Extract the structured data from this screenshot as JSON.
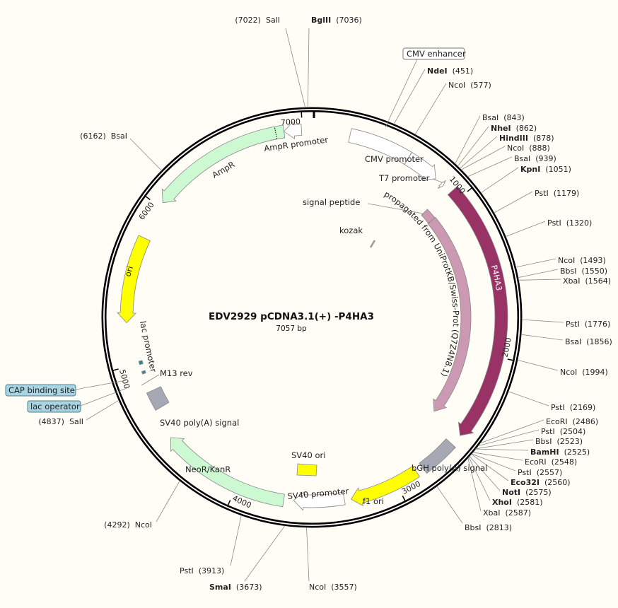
{
  "plasmid": {
    "title": "EDV2929 pCDNA3.1(+) -P4HA3",
    "length_label": "7057 bp",
    "length": 7057
  },
  "ticks": [
    {
      "pos": 1000,
      "label": "1000"
    },
    {
      "pos": 2000,
      "label": "2000"
    },
    {
      "pos": 3000,
      "label": "3000"
    },
    {
      "pos": 4000,
      "label": "4000"
    },
    {
      "pos": 5000,
      "label": "5000"
    },
    {
      "pos": 6000,
      "label": "6000"
    },
    {
      "pos": 7000,
      "label": "7000"
    }
  ],
  "features": [
    {
      "name": "CMV enhancer",
      "start": 232,
      "end": 611,
      "dir": 0,
      "color": "#ffffff"
    },
    {
      "name": "CMV promoter",
      "start": 612,
      "end": 819,
      "dir": 1,
      "color": "#ffffff"
    },
    {
      "name": "T7 promoter",
      "start": 863,
      "end": 881,
      "dir": 1,
      "color": "#ffffff"
    },
    {
      "name": "P4HA3",
      "start": 940,
      "end": 2520,
      "dir": 1,
      "color": "#993366"
    },
    {
      "name": "signal peptide",
      "start": 920,
      "end": 1000,
      "dir": 0,
      "color": "#cc99b3"
    },
    {
      "name": "propagated from UniProtKB/Swiss-Prot (Q7Z4N8.1)",
      "start": 1000,
      "end": 2500,
      "dir": 1,
      "color": "#cc99b3"
    },
    {
      "name": "kozak",
      "start": 905,
      "end": 915,
      "dir": 0,
      "color": "#999999"
    },
    {
      "name": "bGH poly(A) signal",
      "start": 2590,
      "end": 2815,
      "dir": 0,
      "color": "#a6a9b3"
    },
    {
      "name": "f1 ori",
      "start": 2860,
      "end": 3290,
      "dir": 1,
      "color": "#ffff00"
    },
    {
      "name": "SV40 promoter",
      "start": 3330,
      "end": 3640,
      "dir": 1,
      "color": "#ffffff"
    },
    {
      "name": "SV40 ori",
      "start": 3400,
      "end": 3500,
      "dir": 0,
      "color": "#ffff00"
    },
    {
      "name": "NeoR/KanR",
      "start": 3700,
      "end": 4500,
      "dir": 1,
      "color": "#ccf9d1"
    },
    {
      "name": "SV40 poly(A) signal",
      "start": 4690,
      "end": 4810,
      "dir": 0,
      "color": "#a6a9b3"
    },
    {
      "name": "M13 rev",
      "start": 4905,
      "end": 4922,
      "dir": 0,
      "color": "#999999"
    },
    {
      "name": "lac operator",
      "start": 4930,
      "end": 4947,
      "dir": 0,
      "color": "#2f8aa0"
    },
    {
      "name": "lac promoter",
      "start": 4955,
      "end": 4985,
      "dir": -1,
      "color": "#ffffff"
    },
    {
      "name": "CAP binding site",
      "start": 4992,
      "end": 5014,
      "dir": 0,
      "color": "#2f8aa0"
    },
    {
      "name": "ori",
      "start": 5260,
      "end": 5790,
      "dir": -1,
      "color": "#ffff00"
    },
    {
      "name": "AmpR",
      "start": 6030,
      "end": 6890,
      "dir": -1,
      "color": "#ccf9d1"
    },
    {
      "name": "AmpR promoter",
      "start": 6890,
      "end": 6995,
      "dir": -1,
      "color": "#ffffff"
    }
  ],
  "enzymes": [
    {
      "name": "SalI",
      "pos": 7022,
      "pos_label": "(7022)",
      "bold": false
    },
    {
      "name": "BglII",
      "pos": 7036,
      "pos_label": "(7036)",
      "bold": true
    },
    {
      "name": "NdeI",
      "pos": 451,
      "pos_label": "(451)",
      "bold": true
    },
    {
      "name": "NcoI",
      "pos": 577,
      "pos_label": "(577)",
      "bold": false
    },
    {
      "name": "BsaI",
      "pos": 843,
      "pos_label": "(843)",
      "bold": false
    },
    {
      "name": "NheI",
      "pos": 862,
      "pos_label": "(862)",
      "bold": true
    },
    {
      "name": "HindIII",
      "pos": 878,
      "pos_label": "(878)",
      "bold": true
    },
    {
      "name": "NcoI",
      "pos": 888,
      "pos_label": "(888)",
      "bold": false
    },
    {
      "name": "BsaI",
      "pos": 939,
      "pos_label": "(939)",
      "bold": false
    },
    {
      "name": "KpnI",
      "pos": 1051,
      "pos_label": "(1051)",
      "bold": true
    },
    {
      "name": "PstI",
      "pos": 1179,
      "pos_label": "(1179)",
      "bold": false
    },
    {
      "name": "PstI",
      "pos": 1320,
      "pos_label": "(1320)",
      "bold": false
    },
    {
      "name": "NcoI",
      "pos": 1493,
      "pos_label": "(1493)",
      "bold": false
    },
    {
      "name": "BbsI",
      "pos": 1550,
      "pos_label": "(1550)",
      "bold": false
    },
    {
      "name": "XbaI",
      "pos": 1564,
      "pos_label": "(1564)",
      "bold": false
    },
    {
      "name": "PstI",
      "pos": 1776,
      "pos_label": "(1776)",
      "bold": false
    },
    {
      "name": "BsaI",
      "pos": 1856,
      "pos_label": "(1856)",
      "bold": false
    },
    {
      "name": "NcoI",
      "pos": 1994,
      "pos_label": "(1994)",
      "bold": false
    },
    {
      "name": "PstI",
      "pos": 2169,
      "pos_label": "(2169)",
      "bold": false
    },
    {
      "name": "EcoRI",
      "pos": 2486,
      "pos_label": "(2486)",
      "bold": false
    },
    {
      "name": "PstI",
      "pos": 2504,
      "pos_label": "(2504)",
      "bold": false
    },
    {
      "name": "BbsI",
      "pos": 2523,
      "pos_label": "(2523)",
      "bold": false
    },
    {
      "name": "BamHI",
      "pos": 2525,
      "pos_label": "(2525)",
      "bold": true
    },
    {
      "name": "EcoRI",
      "pos": 2548,
      "pos_label": "(2548)",
      "bold": false
    },
    {
      "name": "PstI",
      "pos": 2557,
      "pos_label": "(2557)",
      "bold": false
    },
    {
      "name": "Eco32I",
      "pos": 2560,
      "pos_label": "(2560)",
      "bold": true
    },
    {
      "name": "NotI",
      "pos": 2575,
      "pos_label": "(2575)",
      "bold": true
    },
    {
      "name": "XhoI",
      "pos": 2581,
      "pos_label": "(2581)",
      "bold": true
    },
    {
      "name": "XbaI",
      "pos": 2587,
      "pos_label": "(2587)",
      "bold": false
    },
    {
      "name": "BbsI",
      "pos": 2813,
      "pos_label": "(2813)",
      "bold": false
    },
    {
      "name": "NcoI",
      "pos": 3557,
      "pos_label": "(3557)",
      "bold": false
    },
    {
      "name": "SmaI",
      "pos": 3673,
      "pos_label": "(3673)",
      "bold": true
    },
    {
      "name": "PstI",
      "pos": 3913,
      "pos_label": "(3913)",
      "bold": false
    },
    {
      "name": "NcoI",
      "pos": 4292,
      "pos_label": "(4292)",
      "bold": false
    },
    {
      "name": "SalI",
      "pos": 4837,
      "pos_label": "(4837)",
      "bold": false
    },
    {
      "name": "BsaI",
      "pos": 6162,
      "pos_label": "(6162)",
      "bold": false
    }
  ]
}
